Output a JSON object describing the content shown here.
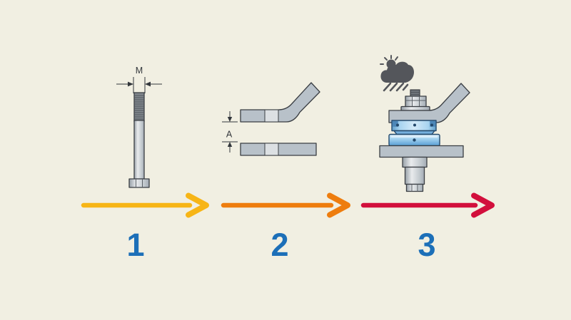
{
  "colors": {
    "background": "#F1EFE2",
    "outline": "#3A3E43",
    "metal": "#B8C1C9",
    "metal_light": "#DCE0E3",
    "bearing_blue": "#A3D2F0",
    "bearing_blue_dark": "#23486B",
    "icon_gray": "#54565B",
    "step_number_blue": "#1C6FB8",
    "dimension_line": "#33373C"
  },
  "steps": [
    {
      "number": "1",
      "arrow_color": "#F7B516",
      "dimension_label": "M",
      "item": "hex-bolt"
    },
    {
      "number": "2",
      "arrow_color": "#EE7D0E",
      "dimension_label": "A",
      "item": "metal-plates-with-gap"
    },
    {
      "number": "3",
      "arrow_color": "#D20F3C",
      "item": "mounted-bearing-assembly",
      "icon": "sun-rain-cloud"
    }
  ]
}
